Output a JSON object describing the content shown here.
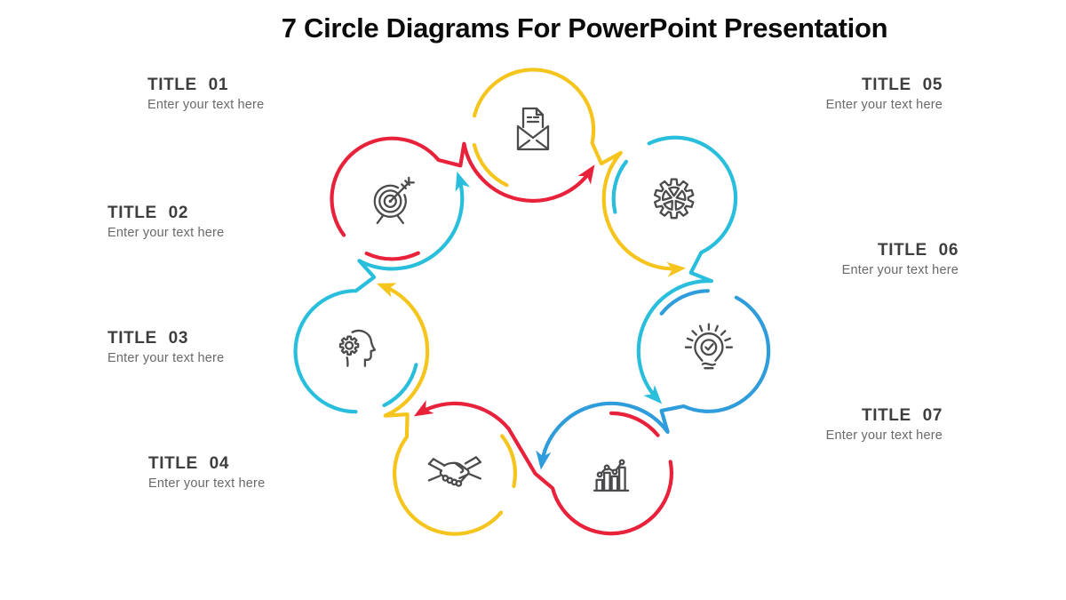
{
  "page": {
    "title": "7 Circle Diagrams For PowerPoint Presentation",
    "background": "#ffffff"
  },
  "labels": [
    {
      "id": "01",
      "title": "TITLE 01",
      "subtitle": "Enter your text here",
      "side": "left"
    },
    {
      "id": "02",
      "title": "TITLE 02",
      "subtitle": "Enter your text here",
      "side": "left"
    },
    {
      "id": "03",
      "title": "TITLE 03",
      "subtitle": "Enter your text here",
      "side": "left"
    },
    {
      "id": "04",
      "title": "TITLE 04",
      "subtitle": "Enter your text here",
      "side": "left"
    },
    {
      "id": "05",
      "title": "TITLE 05",
      "subtitle": "Enter your text here",
      "side": "right"
    },
    {
      "id": "06",
      "title": "TITLE 06",
      "subtitle": "Enter your text here",
      "side": "right"
    },
    {
      "id": "07",
      "title": "TITLE 07",
      "subtitle": "Enter your text here",
      "side": "right"
    }
  ],
  "diagram": {
    "flow": "clockwise",
    "palette": {
      "yellow": "#F5C51D",
      "red": "#E8223A",
      "cyan": "#29BFDC",
      "blue": "#2F9CDB",
      "icon_gray": "#4B4B4E"
    },
    "circles": [
      {
        "position": "top",
        "color": "yellow",
        "icon": "open-envelope-icon"
      },
      {
        "position": "top-right",
        "color": "cyan",
        "icon": "gear-icon"
      },
      {
        "position": "right",
        "color": "blue",
        "icon": "lightbulb-check-icon"
      },
      {
        "position": "bottom-right",
        "color": "red",
        "icon": "bar-chart-icon"
      },
      {
        "position": "bottom",
        "color": "yellow",
        "icon": "handshake-icon"
      },
      {
        "position": "left",
        "color": "cyan",
        "icon": "head-gear-icon"
      },
      {
        "position": "top-left",
        "color": "red",
        "icon": "target-arrow-icon"
      }
    ]
  }
}
